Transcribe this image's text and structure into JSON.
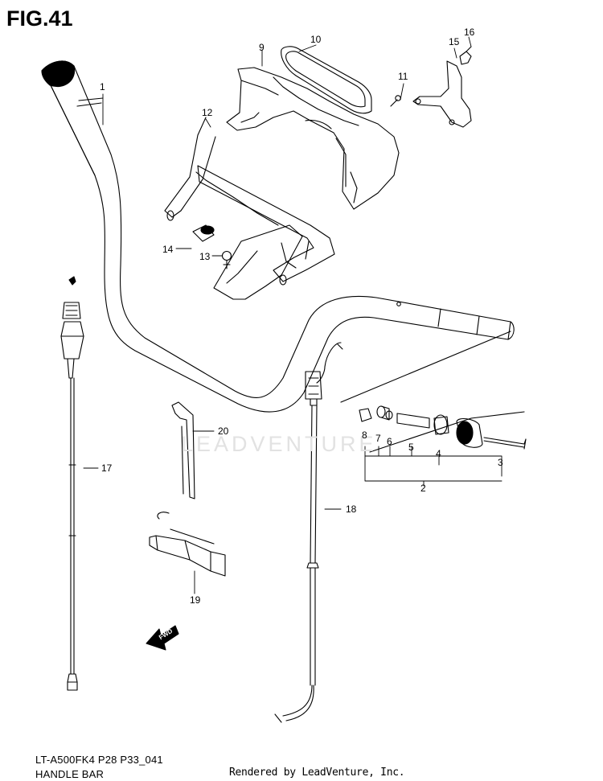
{
  "figure": {
    "title": "FIG.41",
    "model": "LT-A500FK4 P28 P33_041",
    "part_name": "HANDLE BAR"
  },
  "footer": {
    "rendered_by": "Rendered by LeadVenture, Inc."
  },
  "watermark": {
    "text": "LEADVENTURE"
  },
  "direction_marker": {
    "text": "FWD",
    "icon": "forward-arrow-icon"
  },
  "callouts": [
    "1",
    "2",
    "3",
    "4",
    "5",
    "6",
    "7",
    "8",
    "9",
    "10",
    "11",
    "12",
    "13",
    "14",
    "15",
    "16",
    "17",
    "18",
    "19",
    "20"
  ]
}
